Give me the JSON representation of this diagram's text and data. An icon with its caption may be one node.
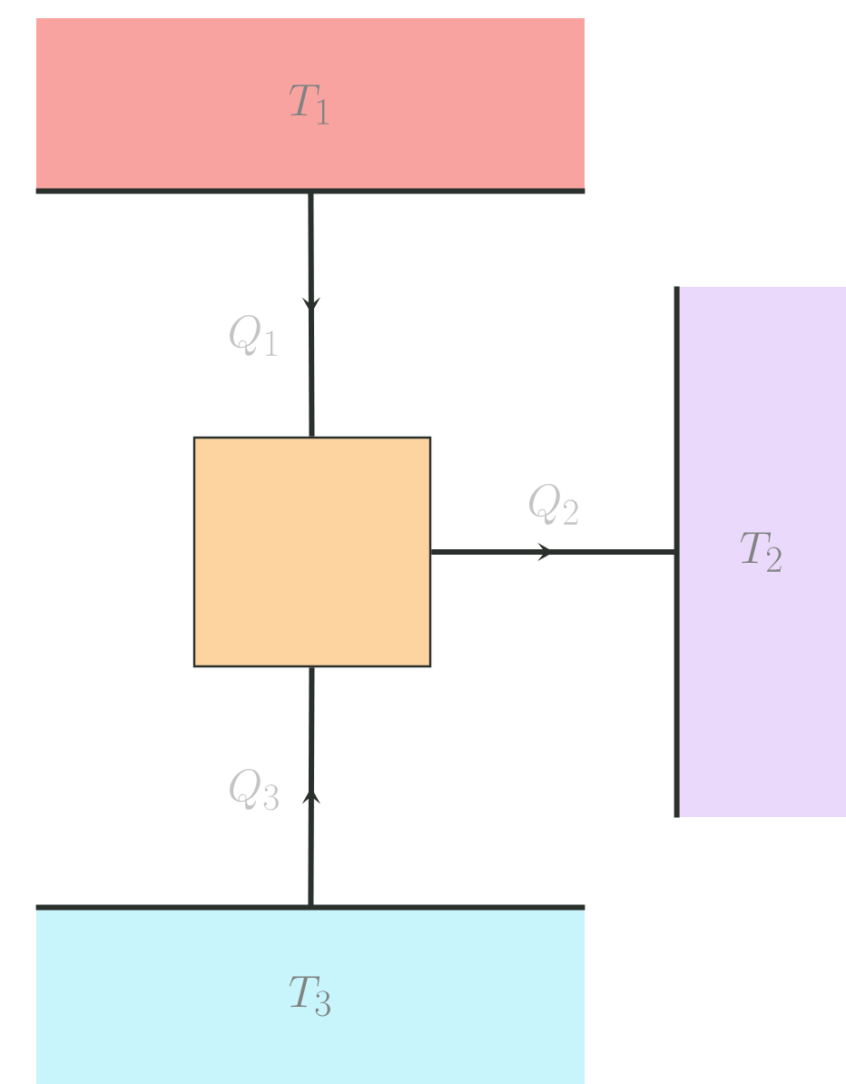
{
  "diagram": {
    "nodes": [
      {
        "text": [
          "T_1"
        ]
      },
      {
        "text": [],
        "shape": "box"
      },
      {
        "text": [
          "T_2"
        ]
      },
      {
        "text": [
          "T_3"
        ]
      }
    ],
    "edges": [
      {
        "from": 0,
        "to": 1,
        "arrow": "to",
        "label": "Q_1"
      },
      {
        "from": 1,
        "to": 2,
        "arrow": "to",
        "label": "Q_2"
      },
      {
        "from": 3,
        "to": 1,
        "arrow": "to",
        "label": "Q_3"
      }
    ]
  }
}
